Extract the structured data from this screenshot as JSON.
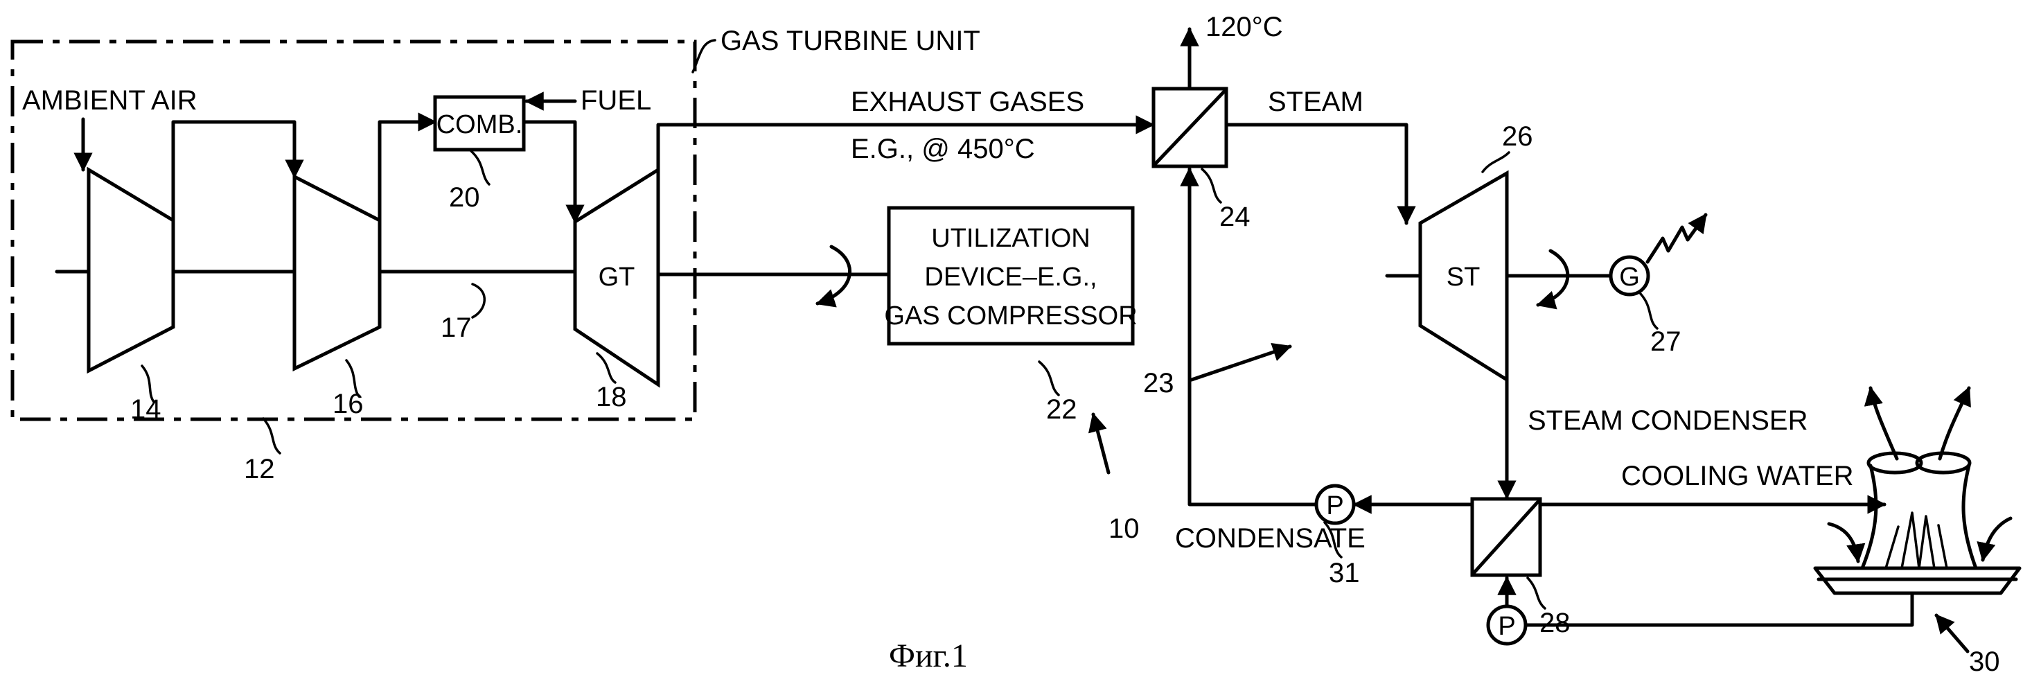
{
  "labels": {
    "gas_turbine_unit": "GAS TURBINE UNIT",
    "ambient_air": "AMBIENT AIR",
    "fuel": "FUEL",
    "comb": "COMB.",
    "exhaust_gases": "EXHAUST GASES",
    "exhaust_temp": "E.G., @ 450°C",
    "gt": "GT",
    "st": "ST",
    "g": "G",
    "p": "P",
    "temp_out": "120°C",
    "steam": "STEAM",
    "steam_condenser": "STEAM CONDENSER",
    "cooling_water": "COOLING WATER",
    "condensate": "CONDENSATE",
    "utilization_line1": "UTILIZATION",
    "utilization_line2": "DEVICE–E.G.,",
    "utilization_line3": "GAS COMPRESSOR"
  },
  "refs": {
    "r10": "10",
    "r12": "12",
    "r14": "14",
    "r16": "16",
    "r17": "17",
    "r18": "18",
    "r20": "20",
    "r22": "22",
    "r23": "23",
    "r24": "24",
    "r26": "26",
    "r27": "27",
    "r28": "28",
    "r30": "30",
    "r31": "31"
  },
  "caption": "Фиг.1"
}
